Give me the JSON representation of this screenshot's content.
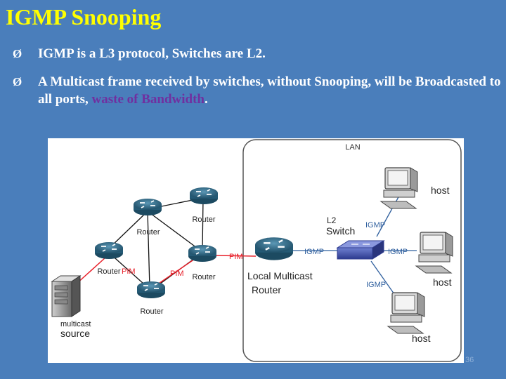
{
  "slide": {
    "title": "IGMP Snooping",
    "bullets": [
      {
        "text": "IGMP  is a L3 protocol, Switches are L2."
      },
      {
        "text_before": "A Multicast frame received by switches, without Snooping, will be Broadcasted to all ports, ",
        "highlight": "waste of Bandwidth",
        "text_after": "."
      }
    ],
    "bullet_glyph": "Ø",
    "slide_number": "36"
  },
  "diagram": {
    "lan_label": "LAN",
    "routers": [
      {
        "label": "Router"
      },
      {
        "label": "Router"
      },
      {
        "label": "Router"
      },
      {
        "label": "Router"
      },
      {
        "label": "Router"
      }
    ],
    "pim_labels": [
      "PIM",
      "PIM",
      "PIM"
    ],
    "source": {
      "line1": "multicast",
      "line2": "source"
    },
    "local_router": {
      "line1": "Local Multicast",
      "line2": "Router"
    },
    "switch": {
      "line1": "L2",
      "line2": "Switch"
    },
    "igmp_labels": [
      "IGMP",
      "IGMP",
      "IGMP",
      "IGMP"
    ],
    "hosts": [
      {
        "label": "host"
      },
      {
        "label": "host"
      },
      {
        "label": "host"
      }
    ],
    "colors": {
      "pim": "#e8202a",
      "igmp": "#2f5f9e",
      "router": "#2f6b8a",
      "switch": "#3d4fa8",
      "lan_box": "#555555"
    }
  }
}
